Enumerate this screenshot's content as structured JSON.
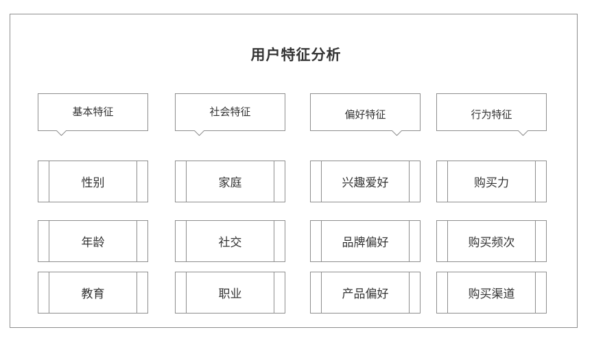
{
  "title": "用户特征分析",
  "columns": [
    {
      "header": "基本特征",
      "items": [
        "性别",
        "年龄",
        "教育"
      ]
    },
    {
      "header": "社会特征",
      "items": [
        "家庭",
        "社交",
        "职业"
      ]
    },
    {
      "header": "偏好特征",
      "items": [
        "兴趣爱好",
        "品牌偏好",
        "产品偏好"
      ]
    },
    {
      "header": "行为特征",
      "items": [
        "购买力",
        "购买频次",
        "购买渠道"
      ]
    }
  ]
}
